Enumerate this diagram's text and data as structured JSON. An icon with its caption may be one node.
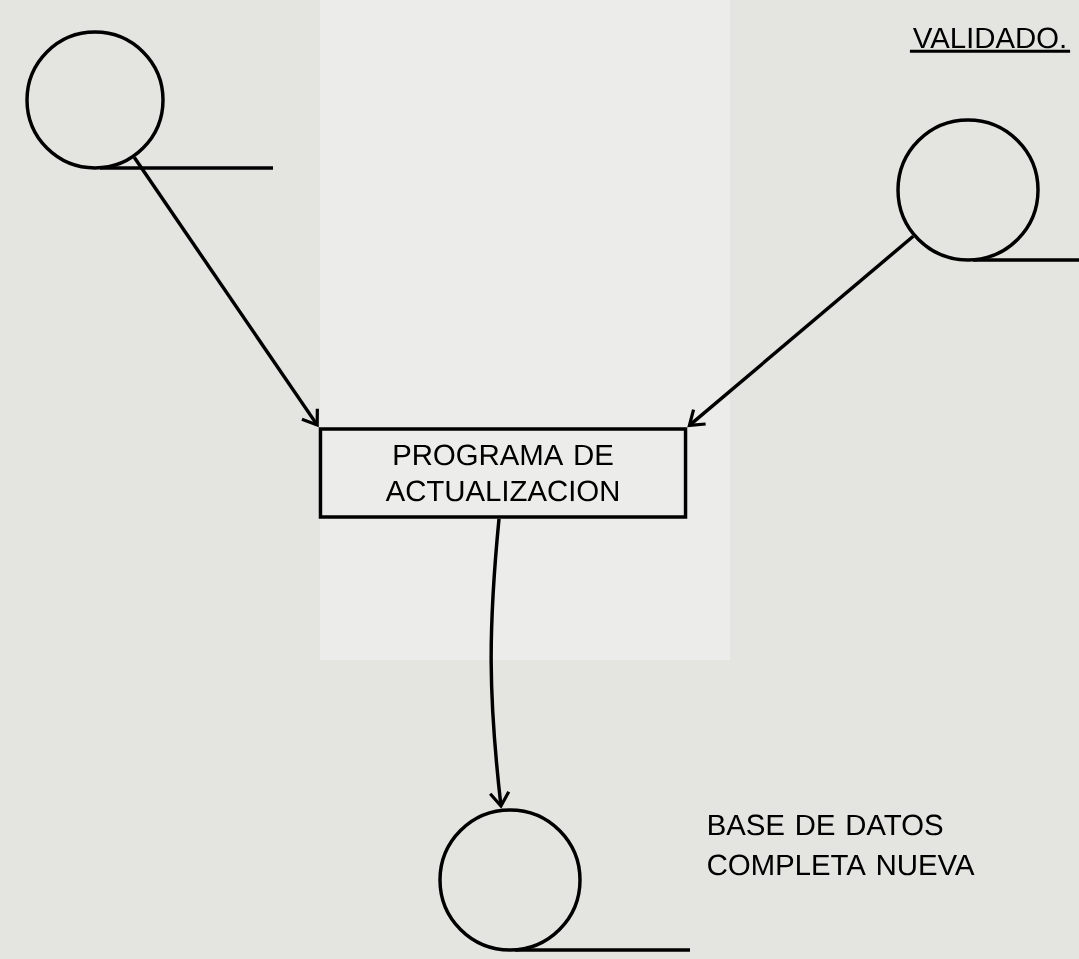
{
  "diagram": {
    "nodes": [
      {
        "text": [],
        "shape": "circle"
      },
      {
        "text": [],
        "shape": "circle",
        "beside": [
          "VALIDADO."
        ]
      },
      {
        "text": [
          "PROGRAMA DE ACTUALIZACION"
        ]
      },
      {
        "text": [],
        "shape": "circle",
        "beside": [
          "BASE DE DATOS COMPLETA NUEVA"
        ]
      }
    ],
    "edges": [
      {
        "from": 0,
        "to": 2,
        "arrow": "to"
      },
      {
        "from": 1,
        "to": 2,
        "arrow": "to"
      },
      {
        "from": 2,
        "to": 3,
        "arrow": "to"
      }
    ]
  }
}
